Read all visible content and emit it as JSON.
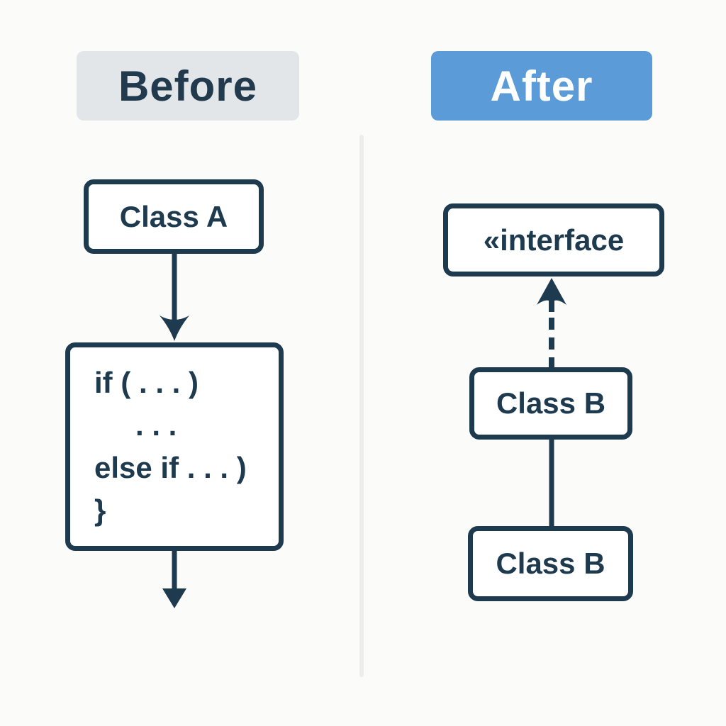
{
  "page": {
    "background_color": "#fbfbfa",
    "divider_color": "#ededed"
  },
  "colors": {
    "diagram_stroke": "#1e3a4f",
    "before_badge_bg": "#e3e6e8",
    "before_badge_text": "#213a4d",
    "after_badge_bg": "#5b9bd8",
    "after_badge_text": "#ffffff",
    "box_fill": "#ffffff"
  },
  "before": {
    "header_label": "Before",
    "class_a_label": "Class A",
    "code_lines": [
      "if ( . . . )",
      ". . .",
      "else if . . . )",
      "}"
    ]
  },
  "after": {
    "header_label": "After",
    "interface_label": "«interface",
    "class_b_top_label": "Class B",
    "class_b_bottom_label": "Class B"
  }
}
